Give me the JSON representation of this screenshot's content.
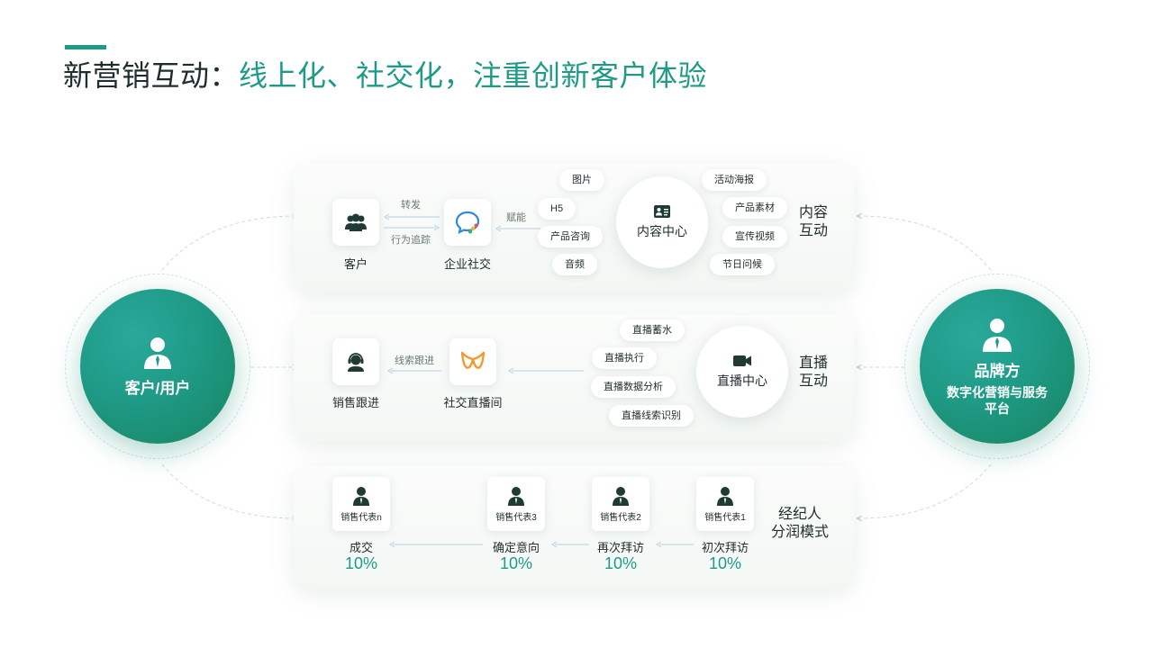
{
  "title": {
    "main": "新营销互动：",
    "sub": "线上化、社交化，注重创新客户体验"
  },
  "left_circle": {
    "label": "客户/用户",
    "icon": "user-icon"
  },
  "right_circle": {
    "title": "品牌方",
    "subtitle_line1": "数字化营销与服务",
    "subtitle_line2": "平台",
    "icon": "businessman-icon"
  },
  "content_interaction": {
    "side_label_line1": "内容",
    "side_label_line2": "互动",
    "customer_label": "客户",
    "enterprise_social_label": "企业社交",
    "forward_label": "转发",
    "behavior_tracking_label": "行为追踪",
    "empower_label": "赋能",
    "hub_label": "内容中心",
    "pills_left": [
      "图片",
      "H5",
      "产品咨询",
      "音频"
    ],
    "pills_right": [
      "活动海报",
      "产品素材",
      "宣传视频",
      "节日问候"
    ]
  },
  "live_interaction": {
    "side_label_line1": "直播",
    "side_label_line2": "互动",
    "sales_followup_label": "销售跟进",
    "lead_followup_label": "线索跟进",
    "social_live_room_label": "社交直播间",
    "hub_label": "直播中心",
    "pills": [
      "直播蓄水",
      "直播执行",
      "直播数据分析",
      "直播线索识别"
    ]
  },
  "broker_model": {
    "side_label_line1": "经纪人",
    "side_label_line2": "分润模式",
    "reps": [
      {
        "card": "销售代表n",
        "stage": "成交",
        "pct": "10%"
      },
      {
        "card": "销售代表3",
        "stage": "确定意向",
        "pct": "10%"
      },
      {
        "card": "销售代表2",
        "stage": "再次拜访",
        "pct": "10%"
      },
      {
        "card": "销售代表1",
        "stage": "初次拜访",
        "pct": "10%"
      }
    ]
  },
  "colors": {
    "accent": "#1e9a86",
    "circle_dark": "#17845f",
    "text": "#1f2d2b"
  }
}
